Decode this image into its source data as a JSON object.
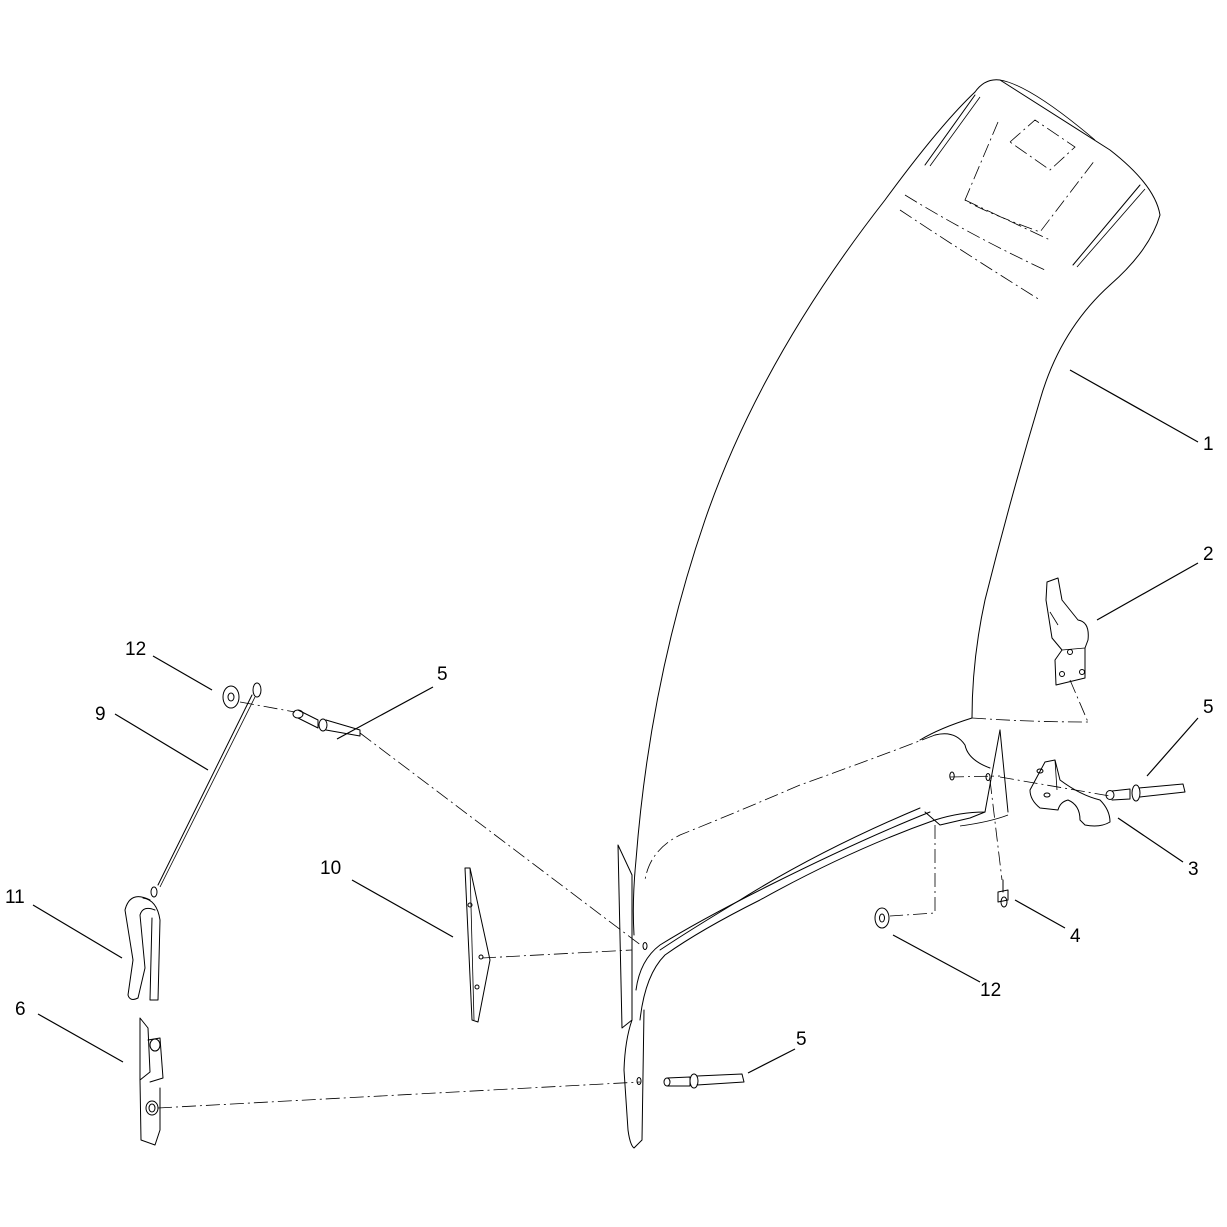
{
  "callouts": [
    {
      "id": "c1",
      "text": "1"
    },
    {
      "id": "c2",
      "text": "2"
    },
    {
      "id": "c3",
      "text": "3"
    },
    {
      "id": "c4",
      "text": "4"
    },
    {
      "id": "c5a",
      "text": "5"
    },
    {
      "id": "c5b",
      "text": "5"
    },
    {
      "id": "c5c",
      "text": "5"
    },
    {
      "id": "c6",
      "text": "6"
    },
    {
      "id": "c9",
      "text": "9"
    },
    {
      "id": "c10",
      "text": "10"
    },
    {
      "id": "c11",
      "text": "11"
    },
    {
      "id": "c12a",
      "text": "12"
    },
    {
      "id": "c12b",
      "text": "12"
    }
  ]
}
